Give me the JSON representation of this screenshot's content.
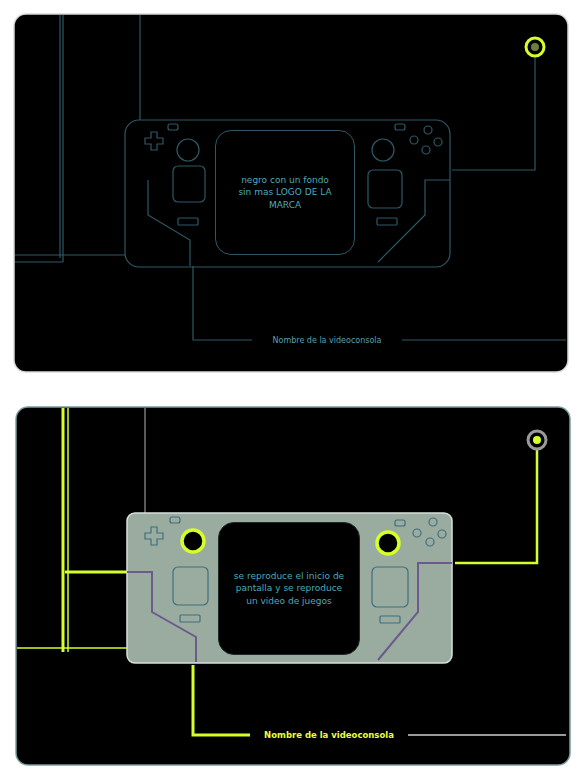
{
  "diagram": {
    "nodes": [
      {
        "text": [
          "negro con un fondo sin mas LOGO DE LA MARCA"
        ]
      },
      {
        "text": [
          "se reproduce el inicio de pantalla y se reproduce un video de juegos"
        ]
      }
    ],
    "edges": [],
    "labels": [
      "Nombre de la videoconsola",
      "Nombre de la videoconsola"
    ]
  }
}
